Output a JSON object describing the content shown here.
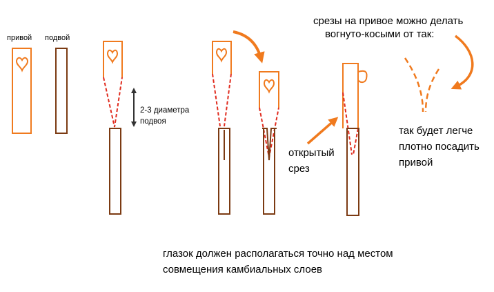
{
  "colors": {
    "scion": "#f07a1e",
    "rootstock": "#7b3a12",
    "cut_line": "#e02b1e",
    "arrow": "#f07a1e",
    "measure_arrow": "#333333"
  },
  "labels": {
    "scion": "привой",
    "rootstock": "подвой",
    "measure": [
      "2-3 диаметра",
      "подвоя"
    ],
    "open_cut": [
      "открытый",
      "срез"
    ],
    "concave_cut": [
      "срезы на привое можно делать",
      "вогнуто-косыми от так:"
    ],
    "easier_fit": [
      "так будет легче",
      "плотно посадить",
      "привой"
    ],
    "bud_note": [
      "глазок должен располагаться точно над местом",
      "совмещения камбиальных слоев"
    ]
  },
  "icons": [
    "heart-icon",
    "arrow-icon"
  ]
}
